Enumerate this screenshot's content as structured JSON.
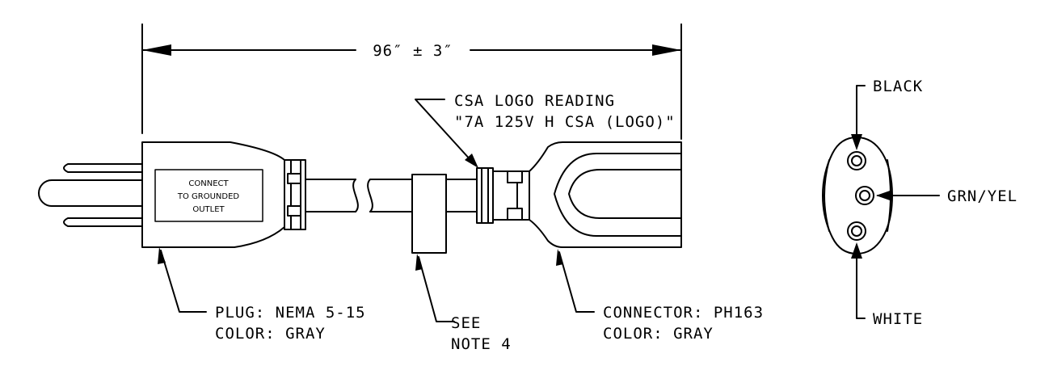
{
  "dimension": {
    "text": "96″ ± 3″"
  },
  "plug": {
    "embossed": [
      "CONNECT",
      "TO GROUNDED",
      "OUTLET"
    ],
    "callout": [
      "PLUG: NEMA 5-15",
      "COLOR: GRAY"
    ]
  },
  "csa": {
    "callout": [
      "CSA LOGO READING",
      "\"7A 125V H CSA (LOGO)\""
    ]
  },
  "note": {
    "callout": [
      "SEE",
      "NOTE 4"
    ]
  },
  "connector": {
    "callout": [
      "CONNECTOR: PH163",
      "COLOR: GRAY"
    ]
  },
  "wiring": {
    "top": "BLACK",
    "center": "GRN/YEL",
    "bottom": "WHITE"
  }
}
